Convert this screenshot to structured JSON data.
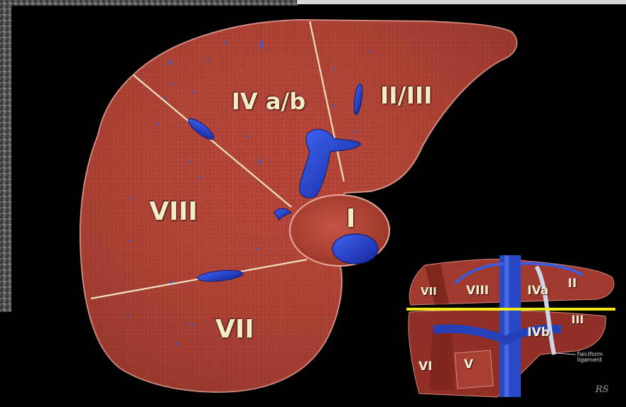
{
  "main_diagram": {
    "segments": [
      {
        "id": "iv",
        "label": "IV a/b"
      },
      {
        "id": "ii-iii",
        "label": "II/III"
      },
      {
        "id": "viii",
        "label": "VIII"
      },
      {
        "id": "i",
        "label": "I"
      },
      {
        "id": "vii",
        "label": "VII"
      }
    ]
  },
  "inset_diagram": {
    "segments": [
      {
        "id": "vii",
        "label": "VII"
      },
      {
        "id": "viii",
        "label": "VIII"
      },
      {
        "id": "iva",
        "label": "IVa"
      },
      {
        "id": "ii",
        "label": "II"
      },
      {
        "id": "iii",
        "label": "III"
      },
      {
        "id": "ivb",
        "label": "IVb"
      },
      {
        "id": "vi",
        "label": "VI"
      },
      {
        "id": "v",
        "label": "V"
      }
    ],
    "annotation": "Falciform\nligament",
    "signature": "RS"
  },
  "colors": {
    "background": "#000000",
    "liver": "#b4473a",
    "liver_dark": "#8e3027",
    "vessel": "#1f3fc4",
    "fissure_line": "#f1e3c4",
    "scan_line": "#f4ea1a",
    "label": "#f3ecc9"
  },
  "icons": {
    "background_scan": "ct-scan-texture"
  }
}
